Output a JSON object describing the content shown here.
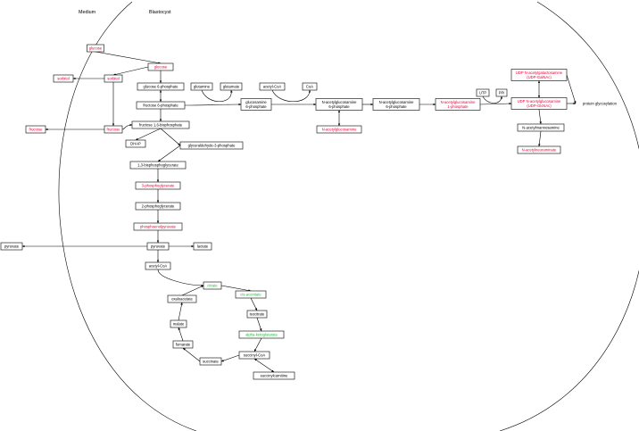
{
  "headers": {
    "medium": "Medium",
    "blastocyst": "Blastocyst"
  },
  "colors": {
    "black": "#000000",
    "red": "#e8003a",
    "green": "#1fbf3a"
  },
  "nodes": [
    {
      "id": "glucose-med",
      "label": "glucose",
      "color": "red"
    },
    {
      "id": "glucose",
      "label": "glucose",
      "color": "red"
    },
    {
      "id": "sorbitol-med",
      "label": "sorbitol",
      "color": "red"
    },
    {
      "id": "sorbitol",
      "label": "sorbitol",
      "color": "red"
    },
    {
      "id": "fructose-med",
      "label": "fructose",
      "color": "red"
    },
    {
      "id": "fructose",
      "label": "fructose",
      "color": "red"
    },
    {
      "id": "g6p",
      "label": "glucose 6-phosphate",
      "color": "black"
    },
    {
      "id": "f6p",
      "label": "fructose 6-phosphate",
      "color": "black"
    },
    {
      "id": "f16bp",
      "label": "fructose 1,6-bisphosphate",
      "color": "black"
    },
    {
      "id": "dhap",
      "label": "DHAP",
      "color": "black"
    },
    {
      "id": "g3p",
      "label": "glyceraldehyde-3-phosphate",
      "color": "black"
    },
    {
      "id": "bpg",
      "label": "1,3-bisphosphoglycerate",
      "color": "black"
    },
    {
      "id": "pg3",
      "label": "3-phosphoglycerate",
      "color": "red"
    },
    {
      "id": "pg2",
      "label": "2-phosphoglycerate",
      "color": "black"
    },
    {
      "id": "pep",
      "label": "phosphoenolpyruvate",
      "color": "red"
    },
    {
      "id": "pyruvate",
      "label": "pyruvate",
      "color": "black"
    },
    {
      "id": "pyruvate-med",
      "label": "pyruvate",
      "color": "black"
    },
    {
      "id": "lactate",
      "label": "lactate",
      "color": "black"
    },
    {
      "id": "acetylcoa",
      "label": "acetyl-CoA",
      "color": "black"
    },
    {
      "id": "citrate",
      "label": "citrate",
      "color": "green"
    },
    {
      "id": "cisaconitate",
      "label": "cis-aconitate",
      "color": "green"
    },
    {
      "id": "isocitrate",
      "label": "isocitrate",
      "color": "black"
    },
    {
      "id": "akg",
      "label": "alpha-ketoglutarate",
      "color": "green"
    },
    {
      "id": "succinylcoa",
      "label": "succinyl-CoA",
      "color": "black"
    },
    {
      "id": "succinylcarnitine",
      "label": "succinylcarnitine",
      "color": "black"
    },
    {
      "id": "succinate",
      "label": "succinate",
      "color": "black"
    },
    {
      "id": "fumarate",
      "label": "fumarate",
      "color": "black"
    },
    {
      "id": "malate",
      "label": "malate",
      "color": "black"
    },
    {
      "id": "oxaloacetate",
      "label": "oxaloacetate",
      "color": "black"
    },
    {
      "id": "glutamine",
      "label": "glutamine",
      "color": "black"
    },
    {
      "id": "glutamate",
      "label": "glutamate",
      "color": "black"
    },
    {
      "id": "gln6p",
      "label": [
        "glucosamine",
        "6-phosphate"
      ],
      "color": "black"
    },
    {
      "id": "acetylcoa2",
      "label": "acetyl-CoA",
      "color": "black"
    },
    {
      "id": "coa",
      "label": "CoA",
      "color": "black"
    },
    {
      "id": "glcnac6p",
      "label": [
        "N-acetylglucosamine",
        "6-phosphate"
      ],
      "color": "black"
    },
    {
      "id": "glcnac",
      "label": "N-acetylglucosamine",
      "color": "red"
    },
    {
      "id": "glcnac6p-b",
      "label": [
        "N-acetylglucosamine",
        "6-phosphate"
      ],
      "color": "black"
    },
    {
      "id": "glcnac1p",
      "label": [
        "N-acetylglucosamine",
        "1-phosphate"
      ],
      "color": "red"
    },
    {
      "id": "utp",
      "label": "UTP",
      "color": "black"
    },
    {
      "id": "ppi",
      "label": "PPi",
      "color": "black"
    },
    {
      "id": "udpgalnac",
      "label": [
        "UDP N-acetylgalactosamine",
        "(UDP-GalNAc)"
      ],
      "color": "red"
    },
    {
      "id": "udpglcnac",
      "label": [
        "UDP N-acetylglucosamine",
        "(UDP-GlcNAc)"
      ],
      "color": "red"
    },
    {
      "id": "manNAc",
      "label": "N-acetylmannosamine",
      "color": "black"
    },
    {
      "id": "neuNAc",
      "label": "N-acetylneuraminate",
      "color": "red"
    },
    {
      "id": "protglyc",
      "label": "protein glycosylation",
      "color": "black",
      "plain": true
    }
  ]
}
